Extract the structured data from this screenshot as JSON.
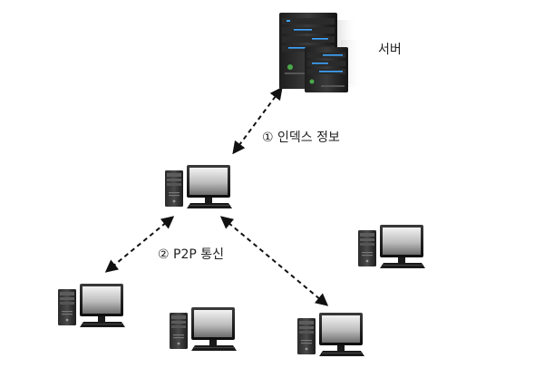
{
  "labels": {
    "server": "서버",
    "index_info": "① 인덱스 정보",
    "p2p": "② P2P 통신"
  },
  "nodes": [
    {
      "kind": "server",
      "name": "server",
      "icon": "server-rack-icon"
    },
    {
      "kind": "pc",
      "name": "hub-pc",
      "icon": "desktop-computer-icon"
    },
    {
      "kind": "pc",
      "name": "pc-left",
      "icon": "desktop-computer-icon"
    },
    {
      "kind": "pc",
      "name": "pc-bottom-center",
      "icon": "desktop-computer-icon"
    },
    {
      "kind": "pc",
      "name": "pc-bottom-right",
      "icon": "desktop-computer-icon"
    },
    {
      "kind": "pc",
      "name": "pc-right",
      "icon": "desktop-computer-icon"
    }
  ],
  "connections": [
    {
      "from": "hub-pc",
      "to": "server",
      "style": "dashed",
      "arrows": "both",
      "label": "index_info"
    },
    {
      "from": "hub-pc",
      "to": "pc-left",
      "style": "dashed",
      "arrows": "both",
      "label": "p2p"
    },
    {
      "from": "hub-pc",
      "to": "pc-bottom-right",
      "style": "dashed",
      "arrows": "both"
    }
  ],
  "colors": {
    "background": "#ffffff",
    "line": "#111111",
    "text": "#222222",
    "server_light": "#3fa6ff"
  }
}
